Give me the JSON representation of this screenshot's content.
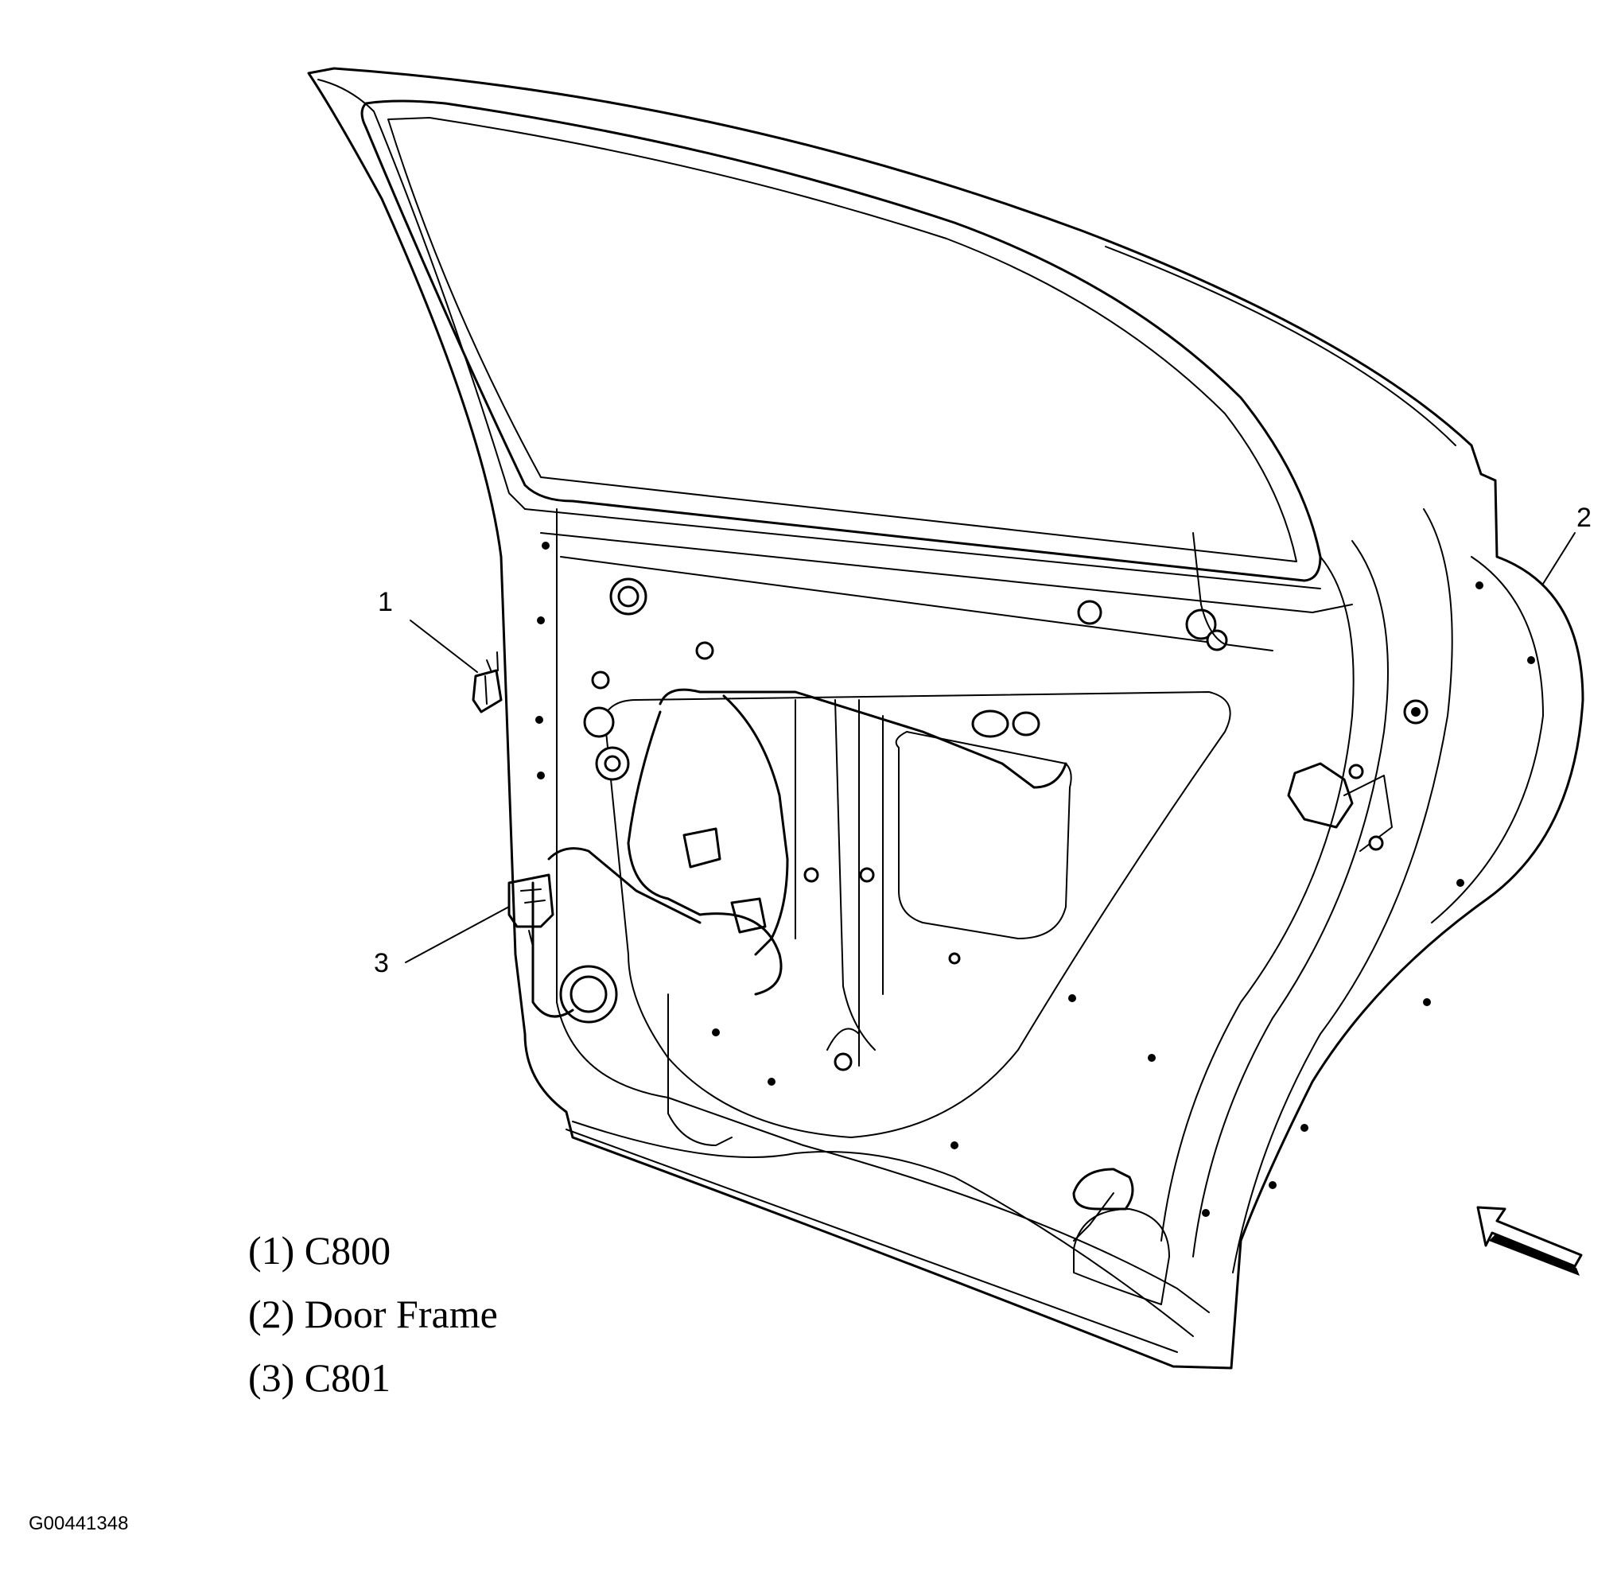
{
  "callouts": [
    {
      "number": "1"
    },
    {
      "number": "2"
    },
    {
      "number": "3"
    }
  ],
  "legend": [
    {
      "text": "(1) C800"
    },
    {
      "text": "(2) Door Frame"
    },
    {
      "text": "(3) C801"
    }
  ],
  "figure_id": "G00441348",
  "colors": {
    "line": "#000000",
    "background": "#ffffff"
  }
}
